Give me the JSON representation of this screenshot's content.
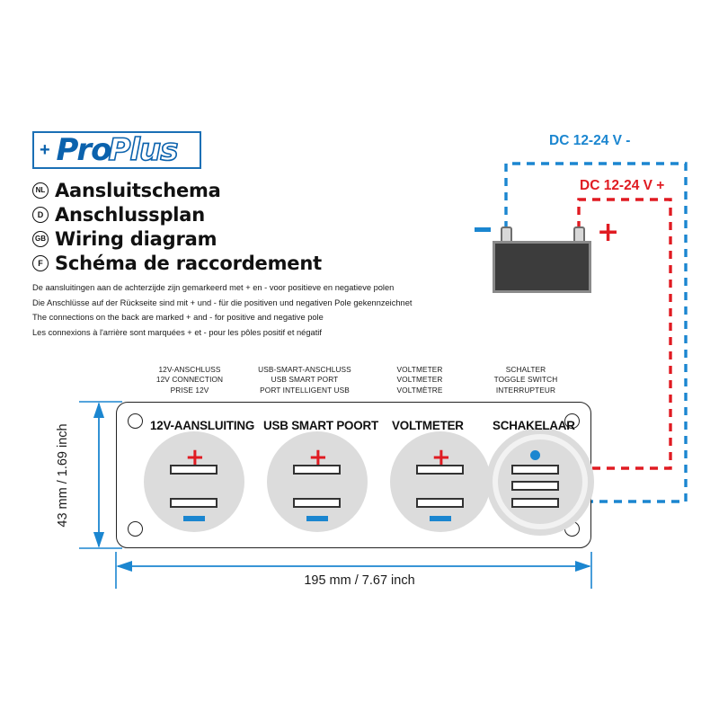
{
  "brand": {
    "logo_pro": "Pro",
    "logo_plus": "Plus",
    "logo_plus_mark": "+"
  },
  "titles": [
    {
      "badge": "NL",
      "text": "Aansluitschema"
    },
    {
      "badge": "D",
      "text": "Anschlussplan"
    },
    {
      "badge": "GB",
      "text": "Wiring diagram"
    },
    {
      "badge": "F",
      "text": "Schéma de raccordement"
    }
  ],
  "notes": [
    "De aansluitingen aan de achterzijde zijn gemarkeerd met + en - voor positieve en negatieve polen",
    "Die Anschlüsse auf der Rückseite sind mit + und - für die positiven und negativen Pole gekennzeichnet",
    "The connections on the back are marked + and - for positive and negative pole",
    "Les connexions à l'arrière sont marquées + et - pour les pôles positif et négatif"
  ],
  "battery": {
    "plus_symbol": "+",
    "minus_symbol": "−",
    "wire_label_negative": "DC 12-24 V -",
    "wire_label_positive": "DC 12-24 V +"
  },
  "column_captions": [
    {
      "de": "12V-ANSCHLUSS",
      "en": "12V CONNECTION",
      "fr": "PRISE 12V"
    },
    {
      "de": "USB-SMART-ANSCHLUSS",
      "en": "USB SMART PORT",
      "fr": "PORT INTELLIGENT USB"
    },
    {
      "de": "VOLTMETER",
      "en": "VOLTMETER",
      "fr": "VOLTMÈTRE"
    },
    {
      "de": "SCHALTER",
      "en": "TOGGLE SWITCH",
      "fr": "INTERRUPTEUR"
    }
  ],
  "panel": {
    "labels": [
      "12V-AANSLUITING",
      "USB SMART POORT",
      "VOLTMETER",
      "SCHAKELAAR"
    ],
    "terminal_plus": "+",
    "terminal_minus": "−"
  },
  "dimensions": {
    "width": "195 mm / 7.67 inch",
    "height": "43 mm / 1.69 inch"
  },
  "colors": {
    "brand_blue": "#0b62ad",
    "wire_blue": "#1b86d0",
    "wire_red": "#e01b22",
    "dimension_blue": "#1b86d0",
    "panel_stroke": "#222222",
    "knob_grey": "#dcdcdc",
    "battery_body": "#3c3c3c",
    "bolt_yellow": "#f5d800"
  }
}
